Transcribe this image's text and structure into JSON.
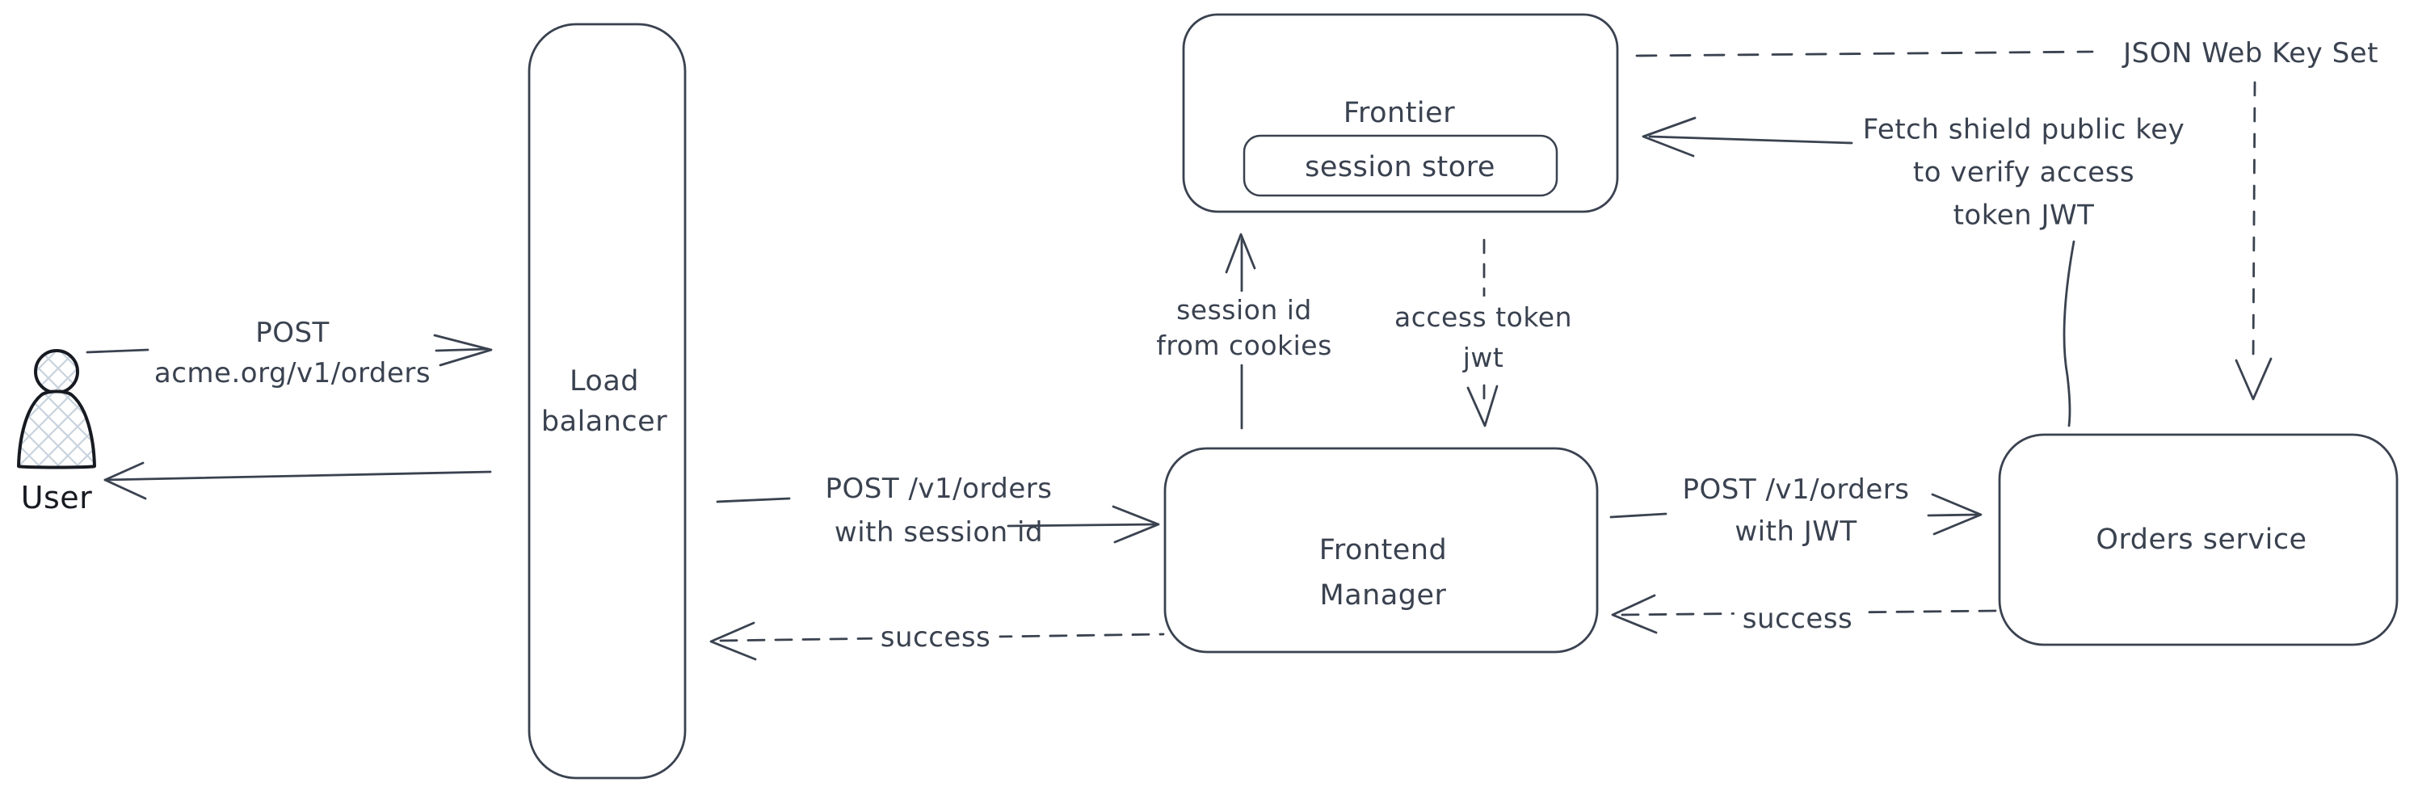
{
  "colors": {
    "stroke": "#3a4250",
    "user_stroke": "#171b21",
    "hatch": "#c9d3dd",
    "background": "#ffffff"
  },
  "nodes": {
    "user": {
      "icon": "person-icon",
      "label": "User"
    },
    "load_balancer": {
      "lines": [
        "Load",
        "balancer"
      ]
    },
    "frontier": {
      "label": "Frontier",
      "session_store_label": "session store"
    },
    "frontend_manager": {
      "lines": [
        "Frontend",
        "Manager"
      ]
    },
    "orders_service": {
      "label": "Orders service"
    }
  },
  "edges": {
    "user_to_lb": {
      "lines": [
        "POST",
        "acme.org/v1/orders"
      ]
    },
    "lb_to_fm": {
      "lines": [
        "POST /v1/orders",
        "with session id"
      ]
    },
    "fm_to_lb_success": {
      "label": "success"
    },
    "fm_to_frontier": {
      "lines": [
        "session id",
        "from cookies"
      ]
    },
    "frontier_to_fm": {
      "lines": [
        "access token",
        "jwt"
      ]
    },
    "fm_to_orders": {
      "lines": [
        "POST /v1/orders",
        "with JWT"
      ]
    },
    "orders_to_fm_success": {
      "label": "success"
    }
  },
  "annotations": {
    "jwks": {
      "label": "JSON Web Key Set"
    },
    "fetch_key": {
      "lines": [
        "Fetch shield public key",
        "to verify access",
        "token JWT"
      ]
    }
  }
}
